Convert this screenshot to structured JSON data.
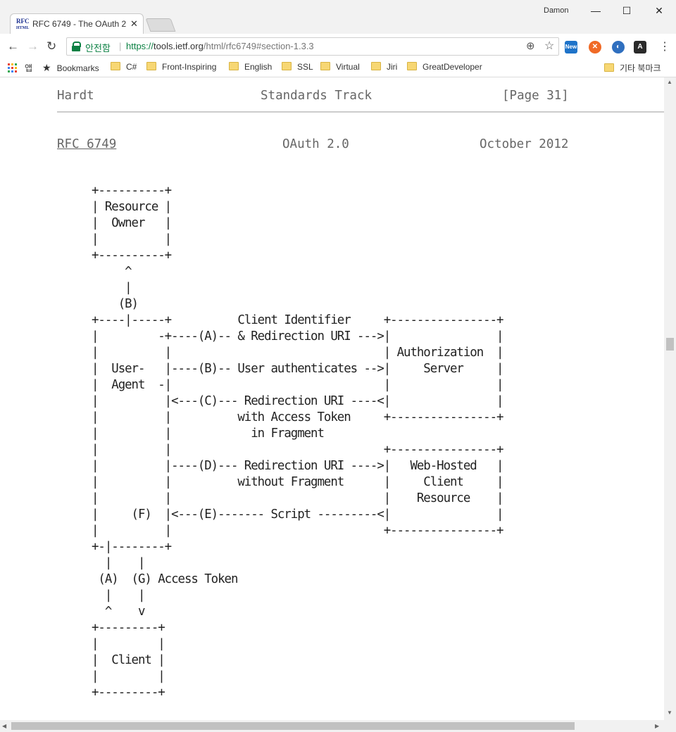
{
  "browser": {
    "tab_title": "RFC 6749 - The OAuth 2",
    "favicon_text": "RFC",
    "favicon_sub": "HTML",
    "user": "Damon",
    "window": {
      "minimize": "—",
      "maximize": "☐",
      "close": "✕"
    },
    "secure_label": "안전함",
    "url_scheme": "https://",
    "url_host": "tools.ietf.org",
    "url_path": "/html/rfc6749#section-1.3.3",
    "new_badge": "New"
  },
  "bookmarks": {
    "apps_label": "앱",
    "items": [
      "Bookmarks",
      "C#",
      "Front-Inspiring",
      "English",
      "SSL",
      "Virtual",
      "Jiri",
      "GreatDeveloper"
    ],
    "other": "기타 북마크"
  },
  "page": {
    "footer_author": "Hardt",
    "footer_track": "Standards Track",
    "footer_page": "[Page 31]",
    "header_rfc": "RFC 6749",
    "header_title": "OAuth 2.0",
    "header_date": "October 2012",
    "diagram": "+----------+\n| Resource |\n|  Owner   |\n|          |\n+----------+\n     ^\n     |\n    (B)\n+----|-----+          Client Identifier     +----------------+\n|         -+----(A)-- & Redirection URI --->|                |\n|          |                                | Authorization  |\n|  User-   |----(B)-- User authenticates -->|     Server     |\n|  Agent  -|                                |                |\n|          |<---(C)--- Redirection URI ----<|                |\n|          |          with Access Token     +----------------+\n|          |            in Fragment\n|          |                                +----------------+\n|          |----(D)--- Redirection URI ---->|   Web-Hosted   |\n|          |          without Fragment      |     Client     |\n|          |                                |    Resource    |\n|     (F)  |<---(E)------- Script ---------<|                |\n|          |                                +----------------+\n+-|--------+\n  |    |\n (A)  (G) Access Token\n  |    |\n  ^    v\n+---------+\n|         |\n|  Client |\n|         |\n+---------+"
  }
}
